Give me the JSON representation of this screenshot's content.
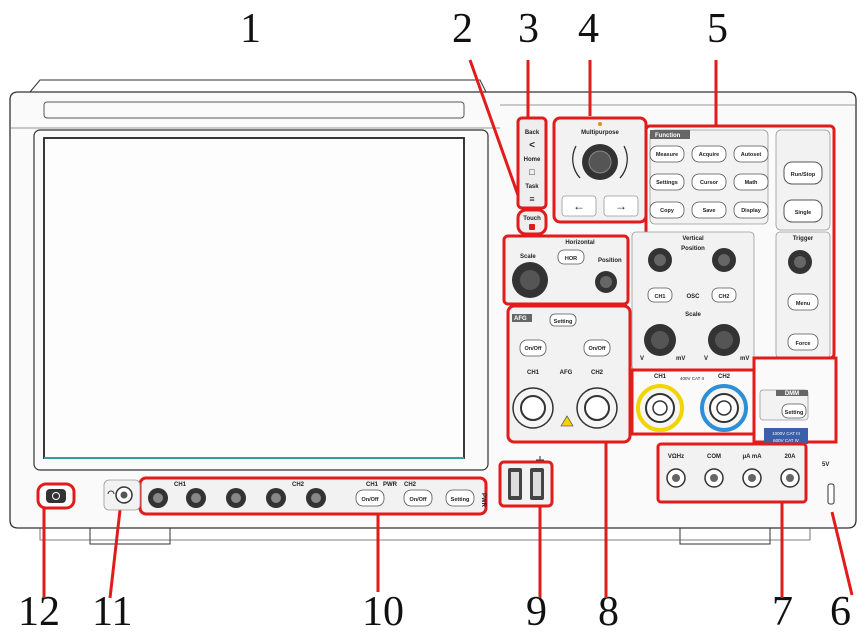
{
  "callouts": [
    "1",
    "2",
    "3",
    "4",
    "5",
    "6",
    "7",
    "8",
    "9",
    "10",
    "11",
    "12"
  ],
  "nav": {
    "back": "Back",
    "back_sym": "<",
    "home": "Home",
    "home_sym": "□",
    "task": "Task",
    "task_sym": "≡",
    "touch": "Touch",
    "touch_sym": "🔒"
  },
  "multipurpose": {
    "title": "Multipurpose",
    "left": "←",
    "right": "→"
  },
  "function": {
    "title": "Function",
    "buttons": [
      "Measure",
      "Acquire",
      "Autoset",
      "Settings",
      "Cursor",
      "Math",
      "Copy",
      "Save",
      "Display"
    ]
  },
  "run": {
    "runstop": "Run/Stop",
    "single": "Single"
  },
  "horizontal": {
    "title": "Horizontal",
    "scale": "Scale",
    "hor": "HOR",
    "position": "Position"
  },
  "vertical": {
    "title": "Vertical",
    "position": "Position",
    "ch1": "CH1",
    "osc": "OSC",
    "ch2": "CH2",
    "scale": "Scale",
    "v": "V",
    "mv": "mV"
  },
  "trigger": {
    "title": "Trigger",
    "menu": "Menu",
    "force": "Force"
  },
  "afg": {
    "title": "AFG",
    "setting": "Setting",
    "onoff": "On/Off",
    "ch1": "CH1",
    "mid": "AFG",
    "ch2": "CH2"
  },
  "bnc": {
    "ch1": "CH1",
    "ch2": "CH2",
    "cat": "400V CAT II"
  },
  "dmm": {
    "title": "DMM",
    "setting": "Setting",
    "rating1": "1000V CAT III",
    "rating2": "600V CAT IV",
    "v": "VΩHz",
    "com": "COM",
    "ua": "μA mA",
    "a": "20A"
  },
  "pwr": {
    "ch1": "CH1",
    "ch2": "CH2",
    "mid": "PWR",
    "onoff": "On/Off",
    "setting": "Setting",
    "side": "PWR"
  },
  "probe": {
    "label": "5V"
  },
  "colors": {
    "accent_red": "#e21b1b",
    "panel": "#f2f2f2",
    "ch1": "#f2d400",
    "ch2": "#2e8fd6"
  }
}
